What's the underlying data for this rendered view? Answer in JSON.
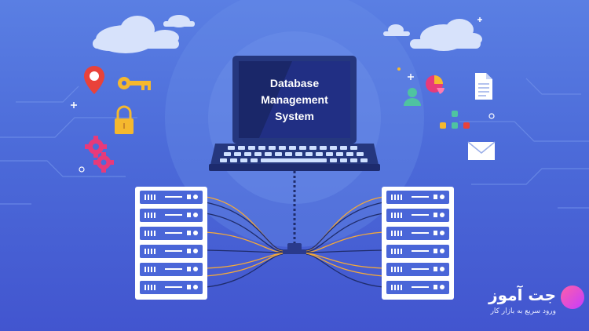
{
  "screen": {
    "title_lines": [
      "Database",
      "Management",
      "System"
    ]
  },
  "brand": {
    "name": "جت آموز",
    "tagline": "ورود سریع به بازار کار"
  },
  "colors": {
    "background": "#4c6bd9",
    "laptop_body": "#25377e",
    "server_body": "#ffffff",
    "cable_orange": "#f4a93a",
    "cable_dark": "#1f2c6b",
    "accent_red": "#e9423a",
    "accent_yellow": "#f5b82e",
    "accent_pink": "#e73a7a",
    "accent_green": "#4fc3a1"
  },
  "icons": [
    "cloud-icon",
    "location-pin-icon",
    "key-icon",
    "lock-icon",
    "gear-icon",
    "user-icon",
    "pie-chart-icon",
    "document-icon",
    "mail-icon"
  ]
}
